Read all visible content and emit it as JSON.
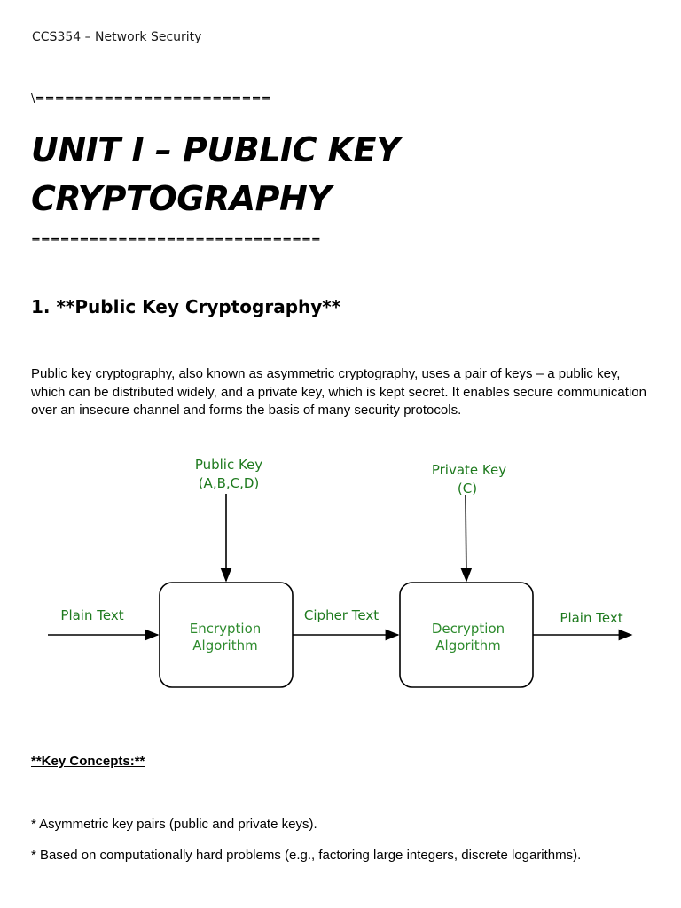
{
  "header": {
    "course": "CCS354 – Network Security"
  },
  "rules": {
    "top": "\\========================",
    "bottom": "=============================="
  },
  "title": {
    "line1": "UNIT I – PUBLIC KEY",
    "line2": "CRYPTOGRAPHY"
  },
  "section": {
    "heading": "1. **Public Key Cryptography**",
    "paragraph": "Public key cryptography, also known as asymmetric cryptography, uses a pair of keys – a public key, which can be distributed widely, and a private key, which is kept secret. It enables secure communication over an insecure channel and forms the basis of many security protocols."
  },
  "diagram": {
    "public_key_line1": "Public Key",
    "public_key_line2": "(A,B,C,D)",
    "private_key_line1": "Private Key",
    "private_key_line2": "(C)",
    "plain_text_in": "Plain Text",
    "encryption_line1": "Encryption",
    "encryption_line2": "Algorithm",
    "cipher_text": "Cipher Text",
    "decryption_line1": "Decryption",
    "decryption_line2": "Algorithm",
    "plain_text_out": "Plain Text",
    "label_color": "#1e7a1e",
    "box_label_color": "#2e8b2e"
  },
  "key_concepts": {
    "heading": "**Key Concepts:**",
    "items": [
      "* Asymmetric key pairs (public and private keys).",
      "* Based on computationally hard problems (e.g., factoring large integers, discrete logarithms)."
    ]
  }
}
